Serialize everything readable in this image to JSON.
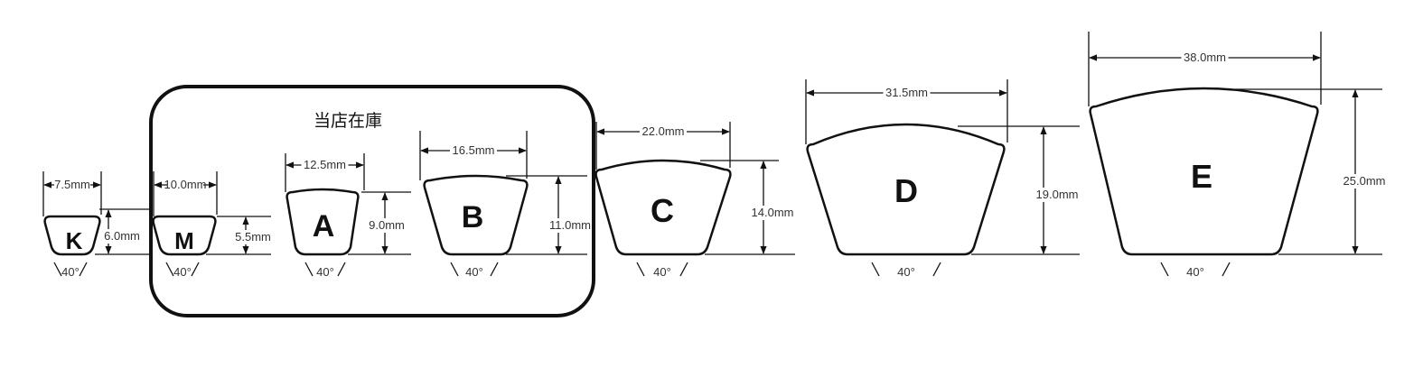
{
  "stock_box": {
    "title": "当店在庫",
    "belts_included": [
      "M",
      "A",
      "B"
    ]
  },
  "belts": [
    {
      "type": "K",
      "width": "7.5mm",
      "height": "6.0mm",
      "angle": "40°"
    },
    {
      "type": "M",
      "width": "10.0mm",
      "height": "5.5mm",
      "angle": "40°"
    },
    {
      "type": "A",
      "width": "12.5mm",
      "height": "9.0mm",
      "angle": "40°"
    },
    {
      "type": "B",
      "width": "16.5mm",
      "height": "11.0mm",
      "angle": "40°"
    },
    {
      "type": "C",
      "width": "22.0mm",
      "height": "14.0mm",
      "angle": "40°"
    },
    {
      "type": "D",
      "width": "31.5mm",
      "height": "19.0mm",
      "angle": "40°"
    },
    {
      "type": "E",
      "width": "38.0mm",
      "height": "25.0mm",
      "angle": "40°"
    }
  ]
}
